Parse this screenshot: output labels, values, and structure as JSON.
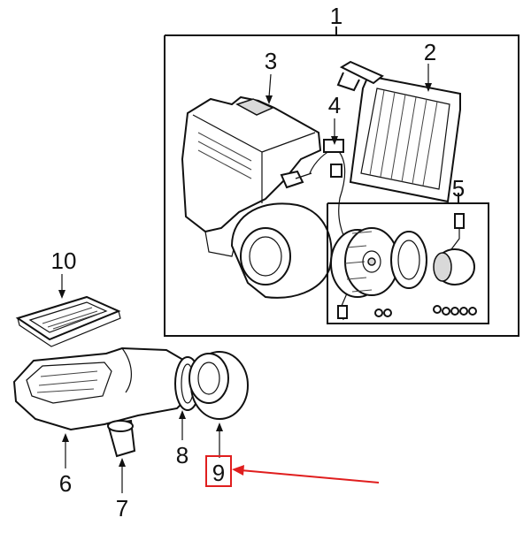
{
  "callouts": {
    "c1": "1",
    "c2": "2",
    "c3": "3",
    "c4": "4",
    "c5": "5",
    "c6": "6",
    "c7": "7",
    "c8": "8",
    "c9": "9",
    "c10": "10"
  },
  "highlight": {
    "target": "9",
    "color": "#e01e1e"
  }
}
